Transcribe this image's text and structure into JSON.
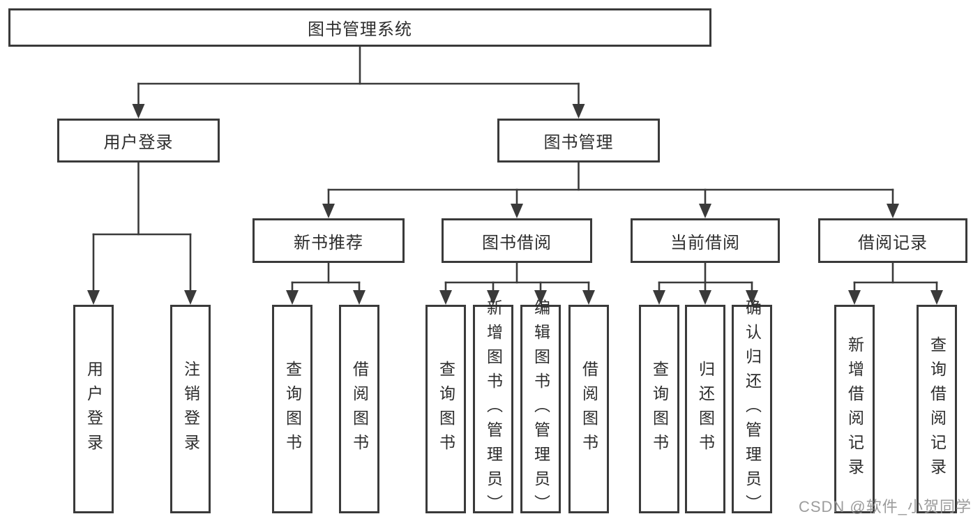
{
  "nodes": {
    "root": "图书管理系统",
    "user_login": "用户登录",
    "book_mgmt": "图书管理",
    "new_books": "新书推荐",
    "book_borrow": "图书借阅",
    "current_borrow": "当前借阅",
    "borrow_records": "借阅记录",
    "leaf_user_login": "用户登录",
    "leaf_logout": "注销登录",
    "leaf_nb_query": "查询图书",
    "leaf_nb_borrow": "借阅图书",
    "leaf_bb_query": "查询图书",
    "leaf_bb_add": "新增图书（管理员）",
    "leaf_bb_edit": "编辑图书（管理员）",
    "leaf_bb_borrow": "借阅图书",
    "leaf_cb_query": "查询图书",
    "leaf_cb_return": "归还图书",
    "leaf_cb_confirm": "确认归还（管理员）",
    "leaf_rec_add": "新增借阅记录",
    "leaf_rec_query": "查询借阅记录"
  },
  "watermark": "CSDN @软件_小贺同学",
  "colors": {
    "line": "#3a3a3a",
    "border": "#3a3a3a",
    "text": "#2d2d2d",
    "watermark": "#949494",
    "background": "#ffffff"
  }
}
